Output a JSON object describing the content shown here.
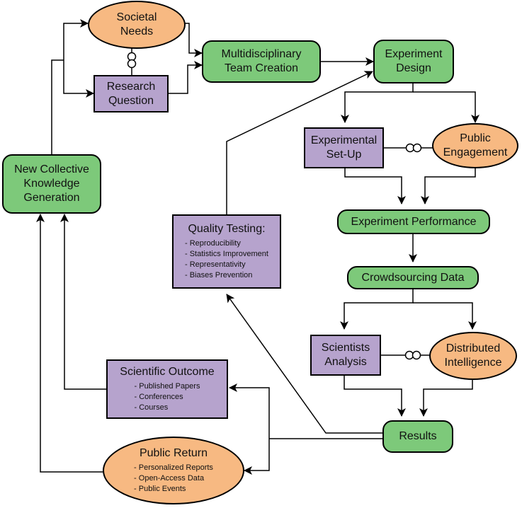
{
  "nodes": {
    "societal_needs": "Societal\nNeeds",
    "research_question": "Research\nQuestion",
    "team_creation": "Multidisciplinary\nTeam Creation",
    "experiment_design": "Experiment\nDesign",
    "experimental_setup": "Experimental\nSet-Up",
    "public_engagement": "Public\nEngagement",
    "experiment_performance": "Experiment Performance",
    "crowdsourcing_data": "Crowdsourcing Data",
    "scientists_analysis": "Scientists\nAnalysis",
    "distributed_intelligence": "Distributed\nIntelligence",
    "results": "Results",
    "new_knowledge": "New Collective\nKnowledge\nGeneration"
  },
  "quality_testing": {
    "title": "Quality Testing:",
    "items": [
      "- Reproducibility",
      "- Statistics Improvement",
      "- Representativity",
      "- Biases Prevention"
    ]
  },
  "scientific_outcome": {
    "title": "Scientific Outcome",
    "items": [
      "- Published Papers",
      "- Conferences",
      "- Courses"
    ]
  },
  "public_return": {
    "title": "Public Return",
    "items": [
      "- Personalized Reports",
      "- Open-Access  Data",
      "- Public Events"
    ]
  },
  "colors": {
    "green": "#7dc97a",
    "purple": "#b6a3cd",
    "orange": "#f7b982"
  }
}
